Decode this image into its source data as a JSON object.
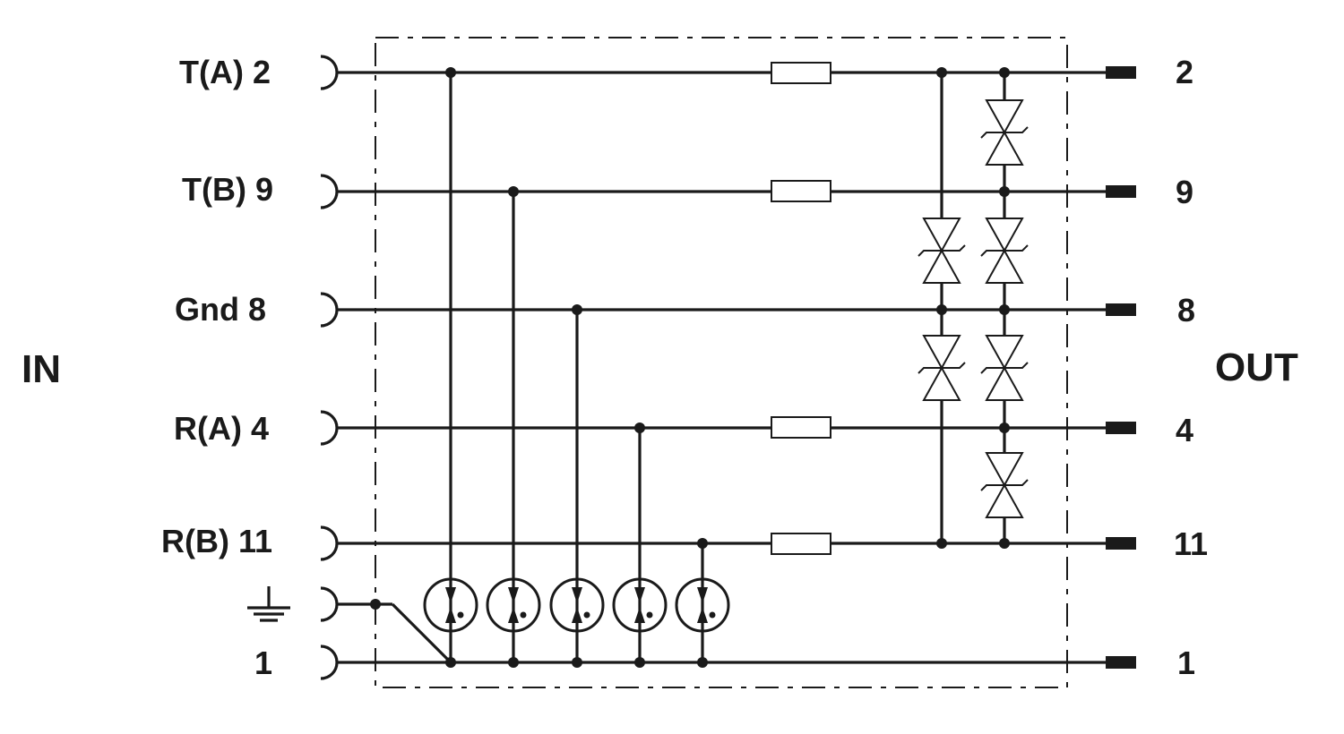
{
  "side_labels": {
    "in": "IN",
    "out": "OUT"
  },
  "input_labels": [
    "T(A) 2",
    "T(B) 9",
    "Gnd 8",
    "R(A) 4",
    "R(B) 11",
    "1"
  ],
  "output_labels": [
    "2",
    "9",
    "8",
    "4",
    "11",
    "1"
  ],
  "icons": {
    "ground": "ground-icon"
  }
}
